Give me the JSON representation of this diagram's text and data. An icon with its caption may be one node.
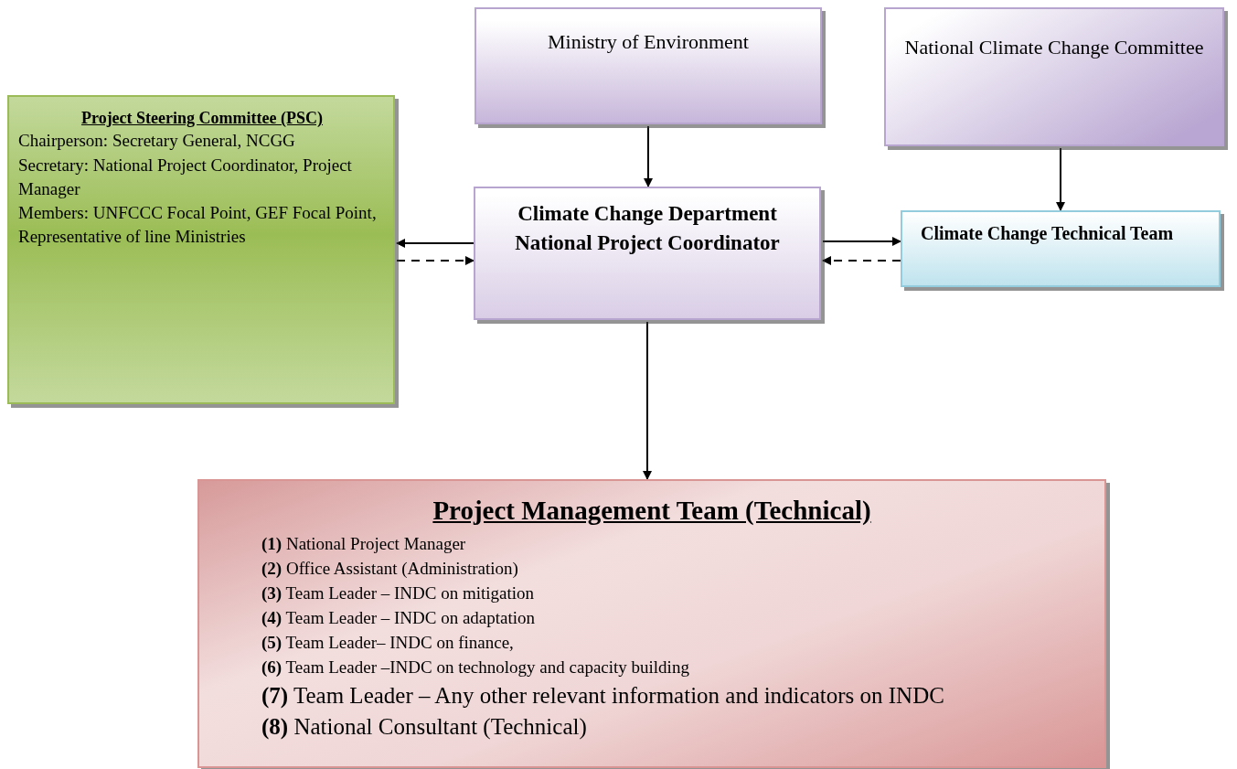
{
  "diagram": {
    "nodes": [
      {
        "text": [
          "Ministry of Environment"
        ]
      },
      {
        "text": [
          "National Climate Change Committee"
        ]
      },
      {
        "text": [
          "Project Steering Committee (PSC)",
          "Chairperson: Secretary General, NCGG",
          "Secretary: National Project Coordinator, Project Manager",
          "Members: UNFCCC Focal Point, GEF Focal Point, Representative of line Ministries"
        ]
      },
      {
        "text": [
          "Climate Change Department",
          "National Project Coordinator"
        ]
      },
      {
        "text": [
          "Climate Change Technical Team"
        ]
      },
      {
        "text": [
          "Project Management Team (Technical)",
          "**(1)** National Project Manager",
          "**(2)** Office Assistant (Administration)",
          "**(3)** Team Leader – INDC on mitigation",
          "**(4)** Team Leader – INDC on adaptation",
          "**(5)** Team Leader– INDC on finance,",
          "**(6)** Team Leader –INDC on technology and capacity building",
          "**(7)** Team Leader – Any other relevant information and indicators on INDC",
          "**(8)** National Consultant (Technical)"
        ]
      }
    ],
    "edges": [
      {
        "from": 0,
        "to": 3,
        "arrow": "to"
      },
      {
        "from": 1,
        "to": 4,
        "arrow": "to"
      },
      {
        "from": 3,
        "to": 2,
        "arrow": "to"
      },
      {
        "from": 2,
        "to": 3,
        "arrow": "to",
        "style": "dashed"
      },
      {
        "from": 3,
        "to": 4,
        "arrow": "to"
      },
      {
        "from": 4,
        "to": 3,
        "arrow": "to",
        "style": "dashed"
      },
      {
        "from": 3,
        "to": 5,
        "arrow": "to"
      }
    ]
  }
}
